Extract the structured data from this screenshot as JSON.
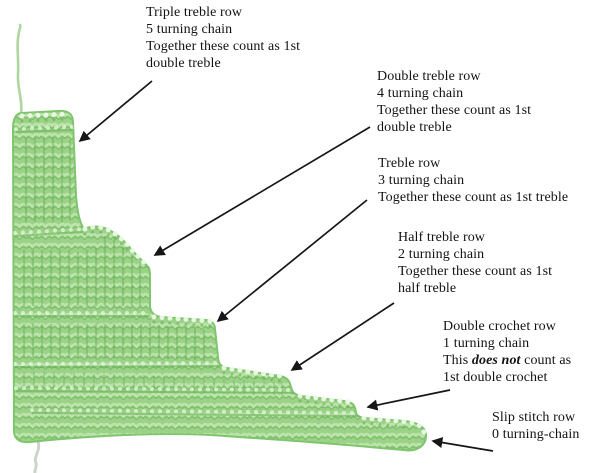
{
  "colors": {
    "background": "#ffffff",
    "text": "#121212",
    "arrow": "#161616",
    "yarn_base": "#9cd288",
    "yarn_highlight": "#bde4ac",
    "yarn_shadow": "#5fab50",
    "yarn_chain": "#edf9e6",
    "yarn_edge": "#7fc56e",
    "tail_green": "#aed6a0",
    "tail_gray": "#cdd5ca"
  },
  "labels": [
    {
      "id": "triple-treble-row",
      "lines": [
        "Triple treble row",
        "5 turning chain",
        "Together these count as 1st",
        "double treble"
      ]
    },
    {
      "id": "double-treble-row",
      "lines": [
        "Double treble row",
        "4 turning chain",
        "Together these count as 1st",
        "double treble"
      ]
    },
    {
      "id": "treble-row",
      "lines": [
        "Treble row",
        "3 turning chain",
        "Together these count as 1st treble"
      ]
    },
    {
      "id": "half-treble-row",
      "lines": [
        "Half treble row",
        "2 turning chain",
        "Together these count as 1st",
        "half treble"
      ]
    },
    {
      "id": "double-crochet-row",
      "lines": [
        "Double crochet row",
        "1 turning chain"
      ],
      "line3": {
        "pre": "This ",
        "emph": "does not",
        "post": " count as"
      },
      "line4": "1st double crochet"
    },
    {
      "id": "slip-stitch-row",
      "lines": [
        "Slip stitch row",
        "0 turning-chain"
      ]
    }
  ]
}
